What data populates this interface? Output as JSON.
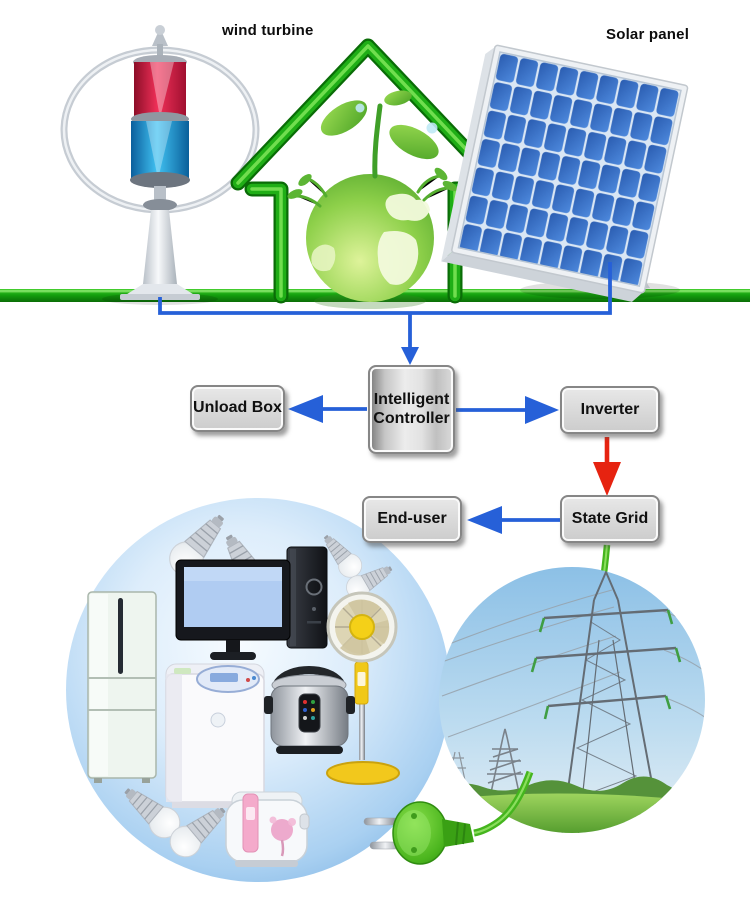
{
  "title": "Wind-solar hybrid power system diagram",
  "labels": {
    "wind_turbine": "wind turbine",
    "solar_panel": "Solar panel"
  },
  "nodes": {
    "unload_box": {
      "label": "Unload Box"
    },
    "intelligent_controller": {
      "label": "Intelligent Controller"
    },
    "inverter": {
      "label": "Inverter"
    },
    "end_user": {
      "label": "End-user"
    },
    "state_grid": {
      "label": "State Grid"
    }
  },
  "connections": [
    {
      "from": "wind-turbine + solar-panel",
      "to": "intelligent_controller",
      "color": "blue"
    },
    {
      "from": "intelligent_controller",
      "to": "unload_box",
      "color": "blue"
    },
    {
      "from": "intelligent_controller",
      "to": "inverter",
      "color": "blue"
    },
    {
      "from": "inverter",
      "to": "state_grid",
      "color": "red"
    },
    {
      "from": "state_grid",
      "to": "end_user",
      "color": "blue"
    },
    {
      "from": "state_grid",
      "to": "transmission-towers",
      "color": "green"
    }
  ],
  "illustrations": {
    "wind_turbine": "vertical-axis-wind-turbine",
    "eco_house": "green-house-outline-with-earth-globe-and-sprout",
    "solar_panel": "tilted-blue-solar-panel",
    "appliances_circle": "fridge, monitor, pc-tower, led-bulbs, washing-machine, pressure-cooker, pedestal-fan, rice-cooker",
    "grid_circle": "high-voltage-transmission-towers",
    "plug": "green-power-plug-with-cable"
  },
  "colors": {
    "wire_blue": "#2660d8",
    "arrow_red": "#e62310",
    "eco_green": "#1fae16",
    "cable_green": "#45b51e",
    "node_fill": "#d7d7d7",
    "node_border": "#868686"
  }
}
